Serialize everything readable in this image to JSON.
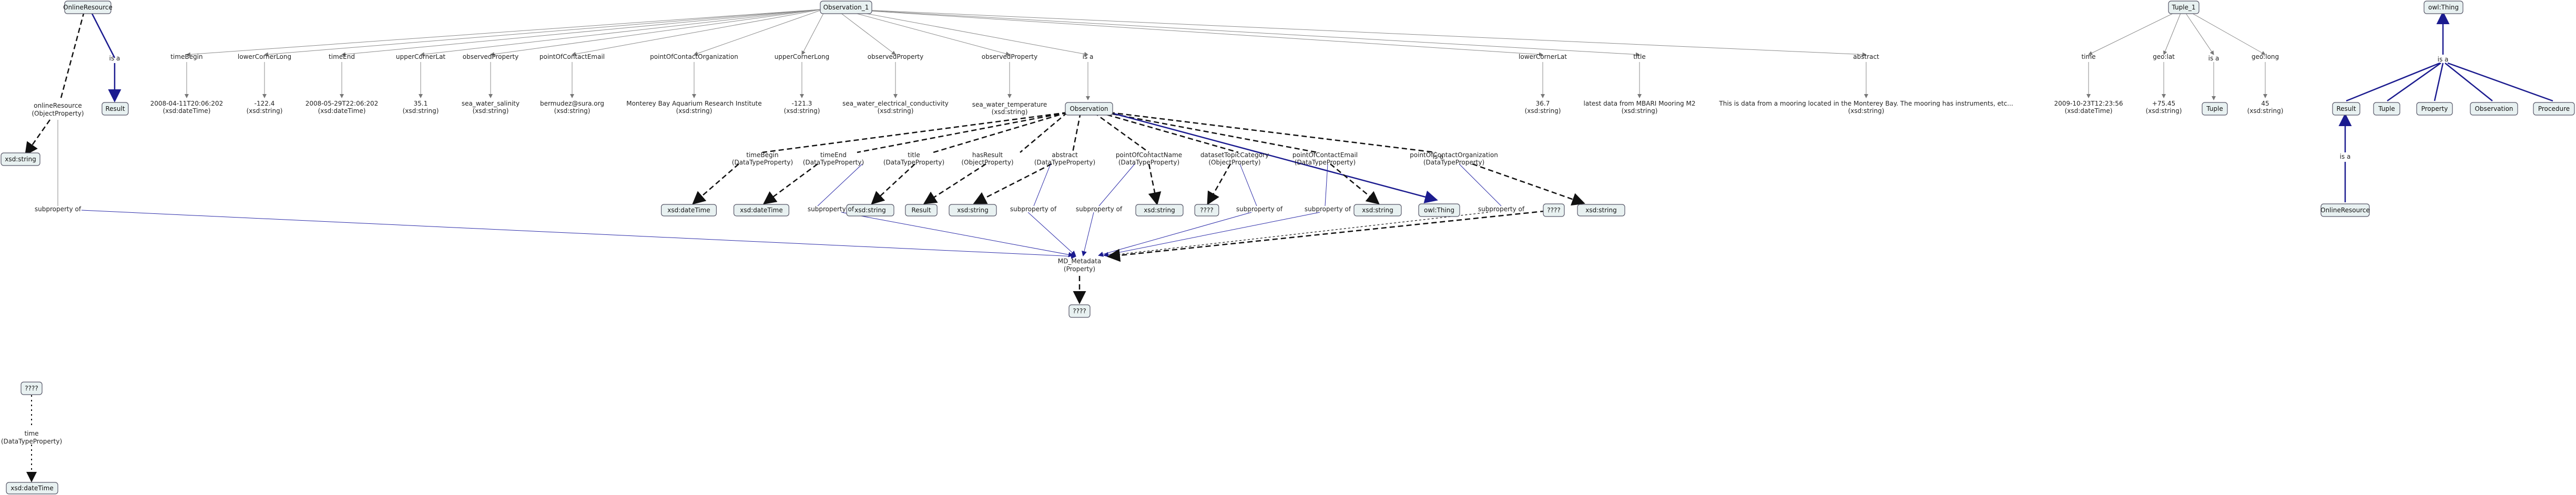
{
  "nodes": {
    "online_resource_top": "OnlineResource",
    "observation_top": "Observation_1",
    "tuple_top": "Tuple_1",
    "owl_thing_top": "owl:Thing",
    "result": "Result",
    "xsd_string_left": "xsd:string",
    "observation_mid": "Observation",
    "md_metadata_line1": "MD_Metadata",
    "md_metadata_line2": "(Property)",
    "unknown_bottom": "????",
    "unknown_left": "????",
    "time_left_line1": "time",
    "time_left_line2": "(DataTypeProperty)",
    "xsd_datetime_left": "xsd:dateTime",
    "onlineresource_prop_line1": "onlineResource",
    "onlineresource_prop_line2": "(ObjectProperty)",
    "subproperty_left": "subproperty of",
    "tuple_result": "Result",
    "tuple_tuple": "Tuple",
    "tuple_property": "Property",
    "tuple_observation": "Observation",
    "tuple_procedure": "Procedure",
    "tuple_onlineresource": "OnlineResource",
    "tuple_tuple_small": "Tuple",
    "tuple_isa_label": "is a"
  },
  "edge_labels": {
    "isa": "is a"
  },
  "observation_properties": [
    {
      "prop": "timeBegin",
      "value": "2008-04-11T20:06:202",
      "type": "(xsd:dateTime)"
    },
    {
      "prop": "lowerCornerLong",
      "value": "-122.4",
      "type": "(xsd:string)"
    },
    {
      "prop": "timeEnd",
      "value": "2008-05-29T22:06:202",
      "type": "(xsd:dateTime)"
    },
    {
      "prop": "upperCornerLat",
      "value": "35.1",
      "type": "(xsd:string)"
    },
    {
      "prop": "observedProperty",
      "value": "sea_water_salinity",
      "type": "(xsd:string)"
    },
    {
      "prop": "pointOfContactEmail",
      "value": "bermudez@sura.org",
      "type": "(xsd:string)"
    },
    {
      "prop": "pointOfContactOrganization",
      "value": "Monterey Bay Aquarium Research Institute",
      "type": "(xsd:string)"
    },
    {
      "prop": "upperCornerLong",
      "value": "-121.3",
      "type": "(xsd:string)"
    },
    {
      "prop": "observedProperty",
      "value": "sea_water_electrical_conductivity",
      "type": "(xsd:string)"
    },
    {
      "prop": "observedProperty",
      "value": "sea_water_temperature",
      "type": "(xsd:string)"
    },
    {
      "prop": "lowerCornerLat",
      "value": "36.7",
      "type": "(xsd:string)"
    },
    {
      "prop": "title",
      "value": "latest data from MBARI Mooring M2",
      "type": "(xsd:string)"
    },
    {
      "prop": "abstract",
      "value": "This is data from a mooring located in the Monterey Bay. The mooring has instruments, etc...",
      "type": "(xsd:string)"
    }
  ],
  "tuple_properties": [
    {
      "prop": "time",
      "value": "2009-10-23T12:23:56",
      "type": "(xsd:dateTime)"
    },
    {
      "prop": "geo:lat",
      "value": "+75.45",
      "type": "(xsd:string)"
    },
    {
      "prop": "geo:long",
      "value": "45",
      "type": "(xsd:string)"
    }
  ],
  "class_properties": [
    {
      "name": "timeBegin",
      "kind": "(DataTypeProperty)",
      "range": "xsd:dateTime"
    },
    {
      "name": "timeEnd",
      "kind": "(DataTypeProperty)",
      "range": "xsd:dateTime"
    },
    {
      "name": "title",
      "kind": "(DataTypeProperty)",
      "range": "xsd:string"
    },
    {
      "name": "hasResult",
      "kind": "(ObjectProperty)",
      "range": "Result"
    },
    {
      "name": "abstract",
      "kind": "(DataTypeProperty)",
      "range": "xsd:string"
    },
    {
      "name": "pointOfContactName",
      "kind": "(DataTypeProperty)",
      "range": "xsd:string"
    },
    {
      "name": "datasetTopicCategory",
      "kind": "(ObjectProperty)",
      "range": "????"
    },
    {
      "name": "pointOfContactEmail",
      "kind": "(DataTypeProperty)",
      "range": "xsd:string"
    },
    {
      "name": "pointOfContactOrganization",
      "kind": "(DataTypeProperty)",
      "range": "xsd:string"
    }
  ],
  "class_range_extra": {
    "owl_thing_mid": "owl:Thing",
    "unknown_mid": "????"
  },
  "subproperty_label": "subproperty of"
}
